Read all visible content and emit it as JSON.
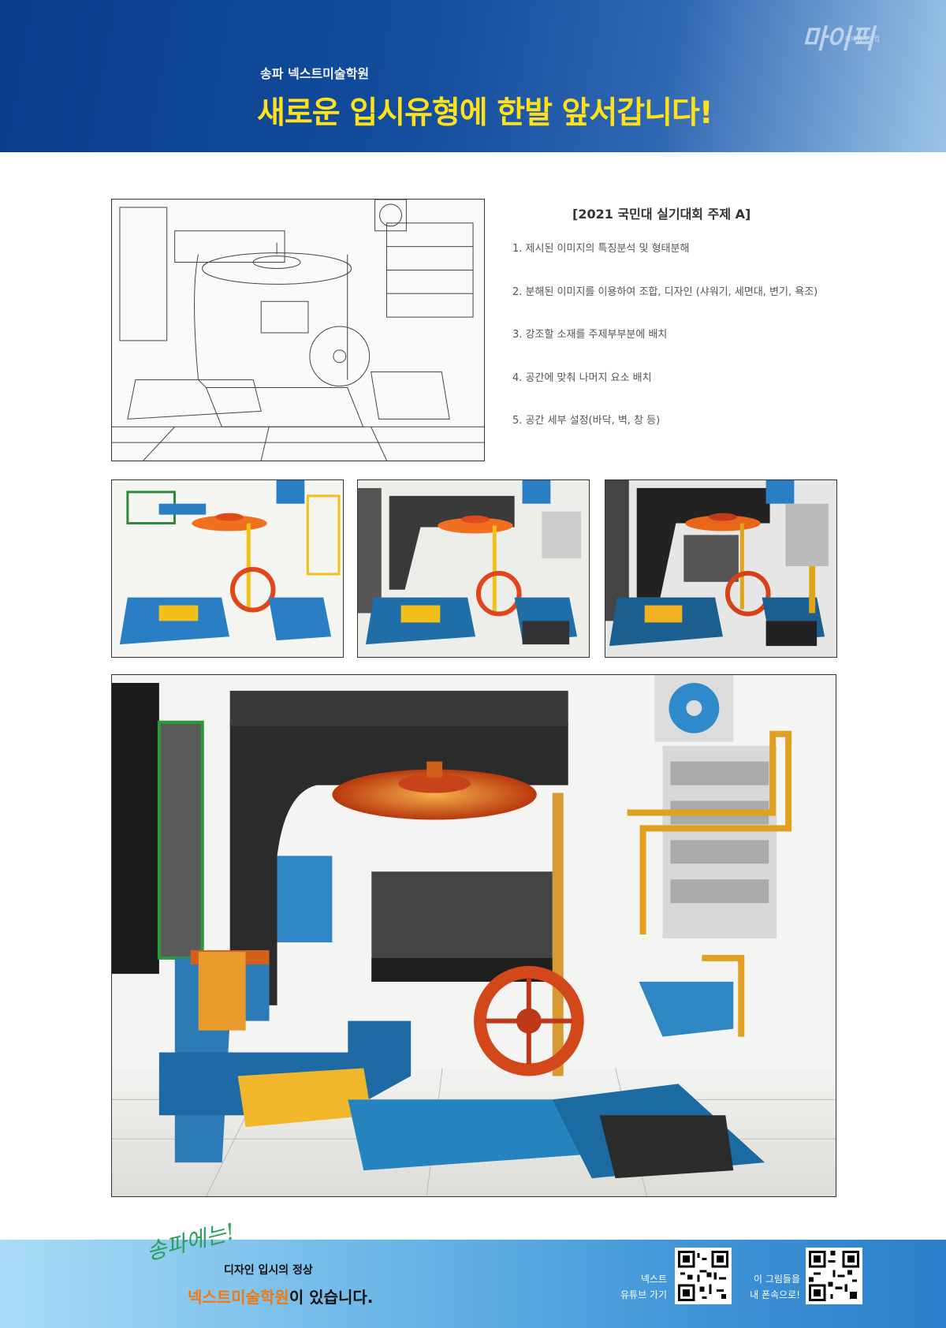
{
  "header": {
    "brand": "마이픽",
    "brand_sub": "미대입시닷컴",
    "academy": "송파 넥스트미술학원",
    "headline": "새로운 입시유형에 한발 앞서갑니다!"
  },
  "subject": {
    "title": "[2021 국민대 실기대회 주제 A]",
    "steps": [
      "1. 제시된 이미지의 특징분석 및 형태분해",
      "2. 분해된 이미지를 이용하여 조합, 디자인 (샤워기, 세면대, 변기, 욕조)",
      "3. 강조할 소재를 주제부부분에 배치",
      "4. 공간에 맞춰 나머지 요소 배치",
      "5. 공간 세부 설정(바닥, 벽, 창 등)"
    ]
  },
  "artworks": {
    "sketch": "line-sketch",
    "stages": [
      "stage-1-color",
      "stage-2-shade",
      "stage-3-detail"
    ],
    "final": "final-rendering"
  },
  "footer": {
    "slogan_script": "송파에는!",
    "slogan_line1": "디자인 입시의 정상",
    "slogan_accent": "넥스트미술학원",
    "slogan_rest": "이 있습니다.",
    "qr1_label_1": "넥스트",
    "qr1_label_2": "유튜브 가기",
    "qr2_label_1": "이 그림들을",
    "qr2_label_2": "내 폰속으로!"
  },
  "colors": {
    "header_blue": "#0a3d8c",
    "headline_yellow": "#ffe11a",
    "footer_blue": "#3e93d6",
    "accent_orange": "#f07a12"
  }
}
